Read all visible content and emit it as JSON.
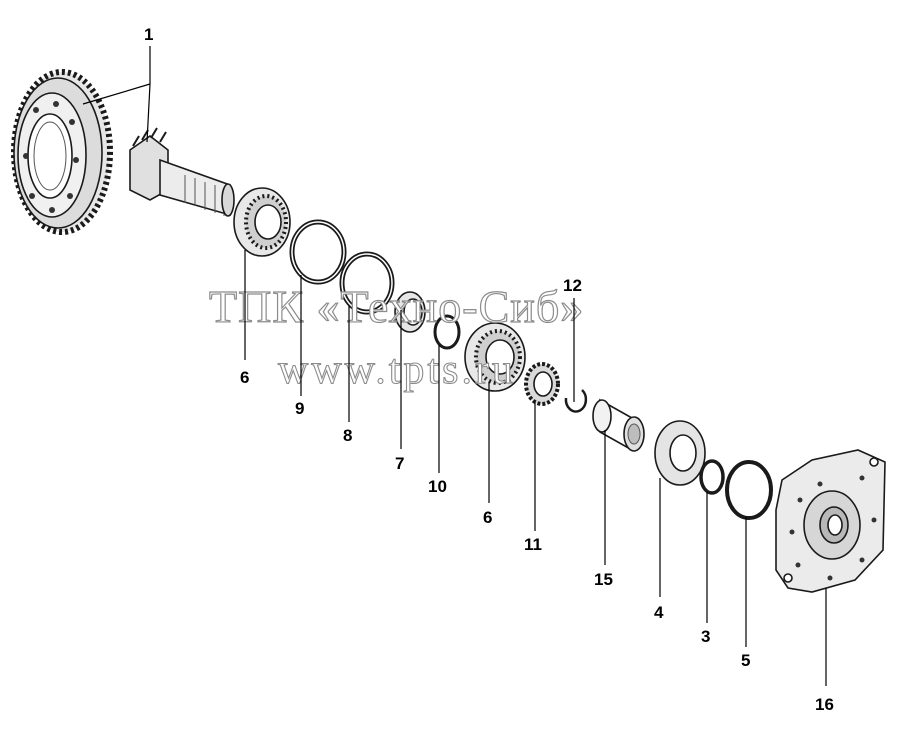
{
  "watermark": {
    "line1": "ТПК «Техно-Сиб»",
    "line2": "www.tpts.ru"
  },
  "callouts": {
    "c1": "1",
    "c6a": "6",
    "c9": "9",
    "c8": "8",
    "c7": "7",
    "c10": "10",
    "c6b": "6",
    "c11": "11",
    "c12": "12",
    "c15": "15",
    "c4": "4",
    "c3": "3",
    "c5": "5",
    "c16": "16"
  }
}
